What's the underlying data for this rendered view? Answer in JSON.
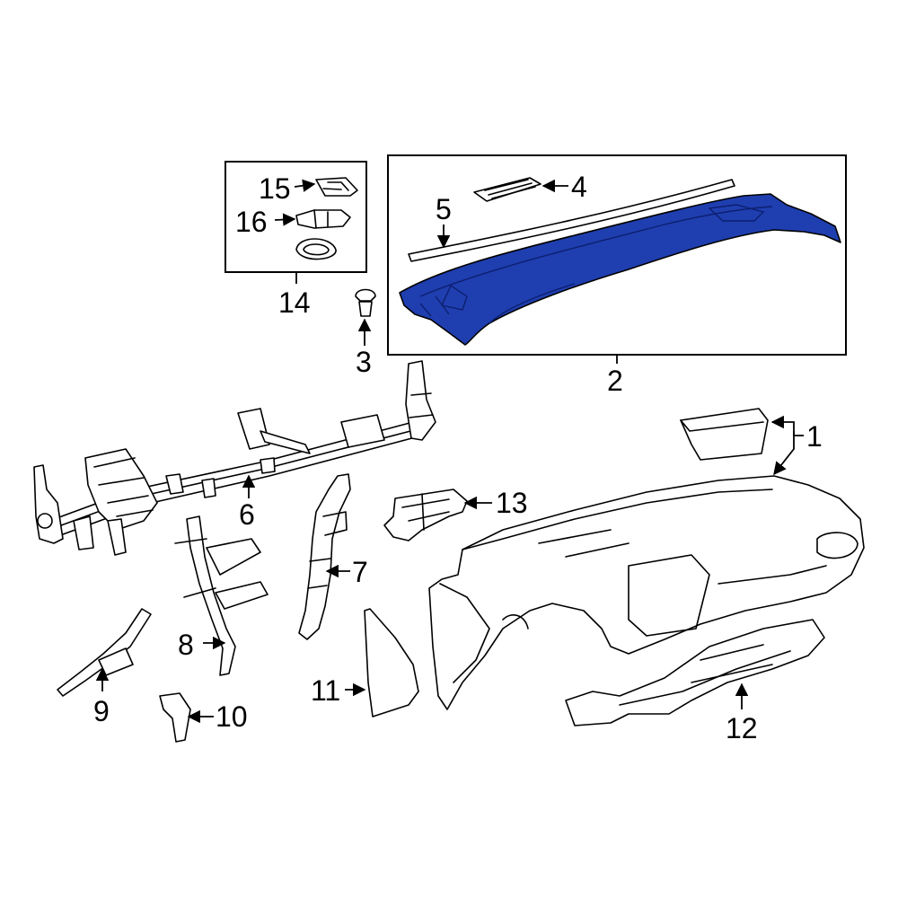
{
  "colors": {
    "highlight": "#1f3fb0",
    "line": "#000000",
    "background": "#ffffff"
  },
  "callouts": [
    {
      "id": "1",
      "label": "1"
    },
    {
      "id": "2",
      "label": "2"
    },
    {
      "id": "3",
      "label": "3"
    },
    {
      "id": "4",
      "label": "4"
    },
    {
      "id": "5",
      "label": "5"
    },
    {
      "id": "6",
      "label": "6"
    },
    {
      "id": "7",
      "label": "7"
    },
    {
      "id": "8",
      "label": "8"
    },
    {
      "id": "9",
      "label": "9"
    },
    {
      "id": "10",
      "label": "10"
    },
    {
      "id": "11",
      "label": "11"
    },
    {
      "id": "12",
      "label": "12"
    },
    {
      "id": "13",
      "label": "13"
    },
    {
      "id": "14",
      "label": "14"
    },
    {
      "id": "15",
      "label": "15"
    },
    {
      "id": "16",
      "label": "16"
    }
  ],
  "highlighted_part": "2"
}
